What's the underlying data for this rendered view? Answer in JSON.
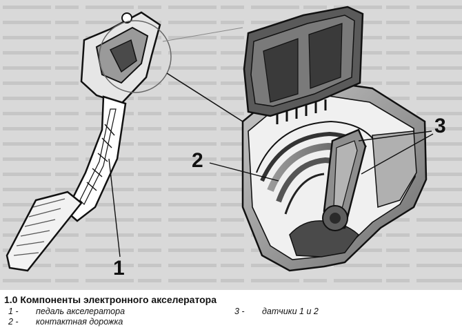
{
  "figure": {
    "callouts": [
      "1",
      "2",
      "3"
    ]
  },
  "caption": {
    "title": "1.0 Компоненты электронного акселератора",
    "legend": [
      {
        "num": "1 -",
        "text": "педаль акселератора"
      },
      {
        "num": "2 -",
        "text": "контактная дорожка"
      },
      {
        "num": "3 -",
        "text": "датчики 1 и 2"
      }
    ]
  },
  "colors": {
    "background_text_gray": "#b8b8b8",
    "ink": "#111111",
    "part_dark": "#3a3a3a",
    "part_mid": "#8a8a8a",
    "part_light": "#d4d4d4"
  }
}
